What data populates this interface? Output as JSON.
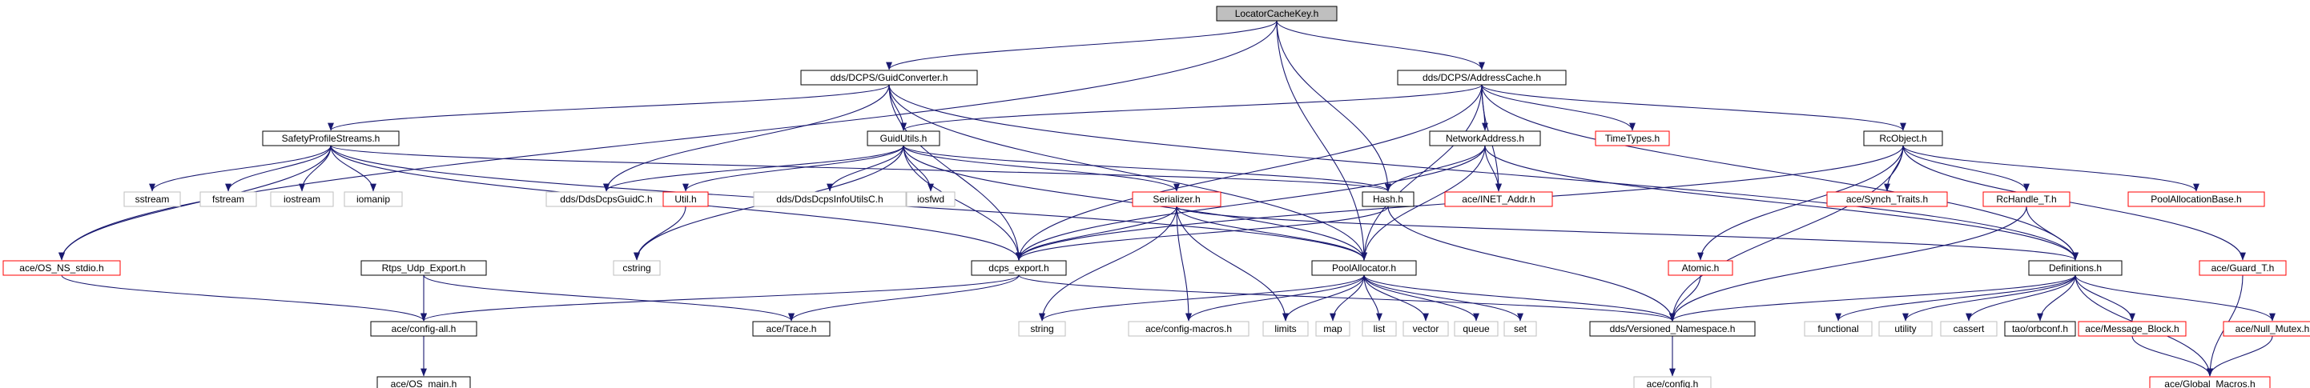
{
  "graph": {
    "title": "LocatorCacheKey.h",
    "nodes": [
      {
        "id": "root",
        "label": "LocatorCacheKey.h",
        "style": "root"
      },
      {
        "id": "guidconv",
        "label": "dds/DCPS/GuidConverter.h",
        "style": "ok"
      },
      {
        "id": "addrcache",
        "label": "dds/DCPS/AddressCache.h",
        "style": "ok"
      },
      {
        "id": "safety",
        "label": "SafetyProfileStreams.h",
        "style": "ok"
      },
      {
        "id": "guidutils",
        "label": "GuidUtils.h",
        "style": "ok"
      },
      {
        "id": "netaddr",
        "label": "NetworkAddress.h",
        "style": "ok"
      },
      {
        "id": "timetypes",
        "label": "TimeTypes.h",
        "style": "missing"
      },
      {
        "id": "rcobject",
        "label": "RcObject.h",
        "style": "ok"
      },
      {
        "id": "sstream",
        "label": "sstream",
        "style": "sys"
      },
      {
        "id": "fstream",
        "label": "fstream",
        "style": "sys"
      },
      {
        "id": "iostream",
        "label": "iostream",
        "style": "sys"
      },
      {
        "id": "iomanip",
        "label": "iomanip",
        "style": "sys"
      },
      {
        "id": "ddsguidc",
        "label": "dds/DdsDcpsGuidC.h",
        "style": "sys"
      },
      {
        "id": "utilh",
        "label": "Util.h",
        "style": "missing"
      },
      {
        "id": "infoutils",
        "label": "dds/DdsDcpsInfoUtilsC.h",
        "style": "sys"
      },
      {
        "id": "iosfwd",
        "label": "iosfwd",
        "style": "sys"
      },
      {
        "id": "serializer",
        "label": "Serializer.h",
        "style": "missing"
      },
      {
        "id": "hash",
        "label": "Hash.h",
        "style": "ok"
      },
      {
        "id": "inetaddr",
        "label": "ace/INET_Addr.h",
        "style": "missing"
      },
      {
        "id": "synch",
        "label": "ace/Synch_Traits.h",
        "style": "missing"
      },
      {
        "id": "rchandle",
        "label": "RcHandle_T.h",
        "style": "missing"
      },
      {
        "id": "poolbase",
        "label": "PoolAllocationBase.h",
        "style": "missing"
      },
      {
        "id": "osns",
        "label": "ace/OS_NS_stdio.h",
        "style": "missing"
      },
      {
        "id": "rtps",
        "label": "Rtps_Udp_Export.h",
        "style": "ok"
      },
      {
        "id": "cstring",
        "label": "cstring",
        "style": "sys"
      },
      {
        "id": "dcpsexport",
        "label": "dcps_export.h",
        "style": "ok"
      },
      {
        "id": "poolalloc",
        "label": "PoolAllocator.h",
        "style": "ok"
      },
      {
        "id": "atomic",
        "label": "Atomic.h",
        "style": "missing"
      },
      {
        "id": "definitions",
        "label": "Definitions.h",
        "style": "ok"
      },
      {
        "id": "guardt",
        "label": "ace/Guard_T.h",
        "style": "missing"
      },
      {
        "id": "configall",
        "label": "ace/config-all.h",
        "style": "ok"
      },
      {
        "id": "trace",
        "label": "ace/Trace.h",
        "style": "ok"
      },
      {
        "id": "string",
        "label": "string",
        "style": "sys"
      },
      {
        "id": "configmacros",
        "label": "ace/config-macros.h",
        "style": "sys"
      },
      {
        "id": "limits",
        "label": "limits",
        "style": "sys"
      },
      {
        "id": "map",
        "label": "map",
        "style": "sys"
      },
      {
        "id": "list",
        "label": "list",
        "style": "sys"
      },
      {
        "id": "vector",
        "label": "vector",
        "style": "sys"
      },
      {
        "id": "queue",
        "label": "queue",
        "style": "sys"
      },
      {
        "id": "set",
        "label": "set",
        "style": "sys"
      },
      {
        "id": "versioned",
        "label": "dds/Versioned_Namespace.h",
        "style": "ok"
      },
      {
        "id": "functional",
        "label": "functional",
        "style": "sys"
      },
      {
        "id": "utility",
        "label": "utility",
        "style": "sys"
      },
      {
        "id": "cassert",
        "label": "cassert",
        "style": "sys"
      },
      {
        "id": "orbconf",
        "label": "tao/orbconf.h",
        "style": "ok"
      },
      {
        "id": "msgblock",
        "label": "ace/Message_Block.h",
        "style": "missing"
      },
      {
        "id": "nullmutex",
        "label": "ace/Null_Mutex.h",
        "style": "missing"
      },
      {
        "id": "osmain",
        "label": "ace/OS_main.h",
        "style": "ok"
      },
      {
        "id": "aceconfig",
        "label": "ace/config.h",
        "style": "sys"
      },
      {
        "id": "globalmacros",
        "label": "ace/Global_Macros.h",
        "style": "missing"
      }
    ],
    "edges": [
      [
        "root",
        "guidconv"
      ],
      [
        "root",
        "addrcache"
      ],
      [
        "root",
        "hash"
      ],
      [
        "root",
        "poolalloc"
      ],
      [
        "root",
        "osns"
      ],
      [
        "guidconv",
        "safety"
      ],
      [
        "guidconv",
        "guidutils"
      ],
      [
        "guidconv",
        "ddsguidc"
      ],
      [
        "guidconv",
        "dcpsexport"
      ],
      [
        "guidconv",
        "poolalloc"
      ],
      [
        "guidconv",
        "definitions"
      ],
      [
        "addrcache",
        "guidutils"
      ],
      [
        "addrcache",
        "netaddr"
      ],
      [
        "addrcache",
        "timetypes"
      ],
      [
        "addrcache",
        "rcobject"
      ],
      [
        "addrcache",
        "inetaddr"
      ],
      [
        "addrcache",
        "dcpsexport"
      ],
      [
        "addrcache",
        "poolalloc"
      ],
      [
        "addrcache",
        "definitions"
      ],
      [
        "safety",
        "sstream"
      ],
      [
        "safety",
        "fstream"
      ],
      [
        "safety",
        "iostream"
      ],
      [
        "safety",
        "iomanip"
      ],
      [
        "safety",
        "osns"
      ],
      [
        "safety",
        "dcpsexport"
      ],
      [
        "safety",
        "poolalloc"
      ],
      [
        "safety",
        "hash"
      ],
      [
        "guidutils",
        "ddsguidc"
      ],
      [
        "guidutils",
        "utilh"
      ],
      [
        "guidutils",
        "infoutils"
      ],
      [
        "guidutils",
        "iosfwd"
      ],
      [
        "guidutils",
        "serializer"
      ],
      [
        "guidutils",
        "hash"
      ],
      [
        "guidutils",
        "dcpsexport"
      ],
      [
        "guidutils",
        "poolalloc"
      ],
      [
        "guidutils",
        "cstring"
      ],
      [
        "netaddr",
        "inetaddr"
      ],
      [
        "netaddr",
        "hash"
      ],
      [
        "netaddr",
        "dcpsexport"
      ],
      [
        "netaddr",
        "poolalloc"
      ],
      [
        "netaddr",
        "definitions"
      ],
      [
        "rcobject",
        "synch"
      ],
      [
        "rcobject",
        "rchandle"
      ],
      [
        "rcobject",
        "poolbase"
      ],
      [
        "rcobject",
        "atomic"
      ],
      [
        "rcobject",
        "guardt"
      ],
      [
        "rcobject",
        "versioned"
      ],
      [
        "rcobject",
        "dcpsexport"
      ],
      [
        "utilh",
        "cstring"
      ],
      [
        "serializer",
        "dcpsexport"
      ],
      [
        "serializer",
        "poolalloc"
      ],
      [
        "serializer",
        "string"
      ],
      [
        "serializer",
        "configmacros"
      ],
      [
        "serializer",
        "limits"
      ],
      [
        "serializer",
        "definitions"
      ],
      [
        "hash",
        "dcpsexport"
      ],
      [
        "hash",
        "versioned"
      ],
      [
        "rchandle",
        "definitions"
      ],
      [
        "rchandle",
        "versioned"
      ],
      [
        "osns",
        "configall"
      ],
      [
        "rtps",
        "configall"
      ],
      [
        "rtps",
        "trace"
      ],
      [
        "dcpsexport",
        "configall"
      ],
      [
        "dcpsexport",
        "trace"
      ],
      [
        "dcpsexport",
        "versioned"
      ],
      [
        "poolalloc",
        "string"
      ],
      [
        "poolalloc",
        "configmacros"
      ],
      [
        "poolalloc",
        "limits"
      ],
      [
        "poolalloc",
        "map"
      ],
      [
        "poolalloc",
        "list"
      ],
      [
        "poolalloc",
        "vector"
      ],
      [
        "poolalloc",
        "queue"
      ],
      [
        "poolalloc",
        "set"
      ],
      [
        "poolalloc",
        "versioned"
      ],
      [
        "atomic",
        "versioned"
      ],
      [
        "definitions",
        "versioned"
      ],
      [
        "definitions",
        "functional"
      ],
      [
        "definitions",
        "utility"
      ],
      [
        "definitions",
        "cassert"
      ],
      [
        "definitions",
        "orbconf"
      ],
      [
        "definitions",
        "msgblock"
      ],
      [
        "definitions",
        "nullmutex"
      ],
      [
        "definitions",
        "globalmacros"
      ],
      [
        "guardt",
        "globalmacros"
      ],
      [
        "configall",
        "osmain"
      ],
      [
        "versioned",
        "aceconfig"
      ],
      [
        "msgblock",
        "globalmacros"
      ],
      [
        "nullmutex",
        "globalmacros"
      ]
    ]
  }
}
